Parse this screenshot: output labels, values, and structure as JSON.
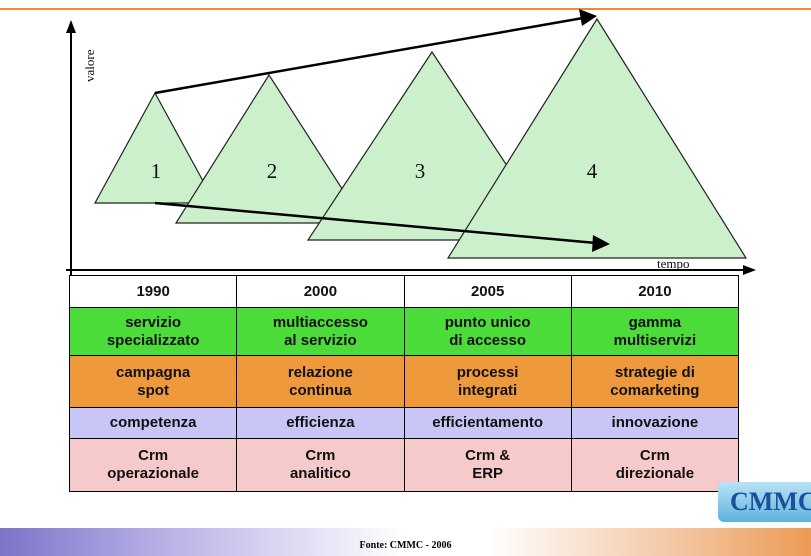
{
  "diagram": {
    "axis_y_label": "valore",
    "axis_x_label": "tempo",
    "triangles": [
      {
        "label": "1"
      },
      {
        "label": "2"
      },
      {
        "label": "3"
      },
      {
        "label": "4"
      }
    ],
    "colors": {
      "triangle_fill": "#cdf0cc",
      "top_line": "#f08a2c"
    }
  },
  "table": {
    "rows": [
      {
        "style": "year",
        "cells": [
          [
            "1990"
          ],
          [
            "2000"
          ],
          [
            "2005"
          ],
          [
            "2010"
          ]
        ]
      },
      {
        "style": "green",
        "cells": [
          [
            "servizio",
            "specializzato"
          ],
          [
            "multiaccesso",
            "al servizio"
          ],
          [
            "punto unico",
            "di accesso"
          ],
          [
            "gamma",
            "multiservizi"
          ]
        ]
      },
      {
        "style": "orange",
        "cells": [
          [
            "campagna",
            "spot"
          ],
          [
            "relazione",
            "continua"
          ],
          [
            "processi",
            "integrati"
          ],
          [
            "strategie di",
            "comarketing"
          ]
        ]
      },
      {
        "style": "lav",
        "cells": [
          [
            "competenza"
          ],
          [
            "efficienza"
          ],
          [
            "efficientamento"
          ],
          [
            "innovazione"
          ]
        ]
      },
      {
        "style": "pink",
        "cells": [
          [
            "Crm",
            "operazionale"
          ],
          [
            "Crm",
            "analitico"
          ],
          [
            "Crm &",
            "ERP"
          ],
          [
            "Crm",
            "direzionale"
          ]
        ]
      }
    ],
    "colors": {
      "year": "#ffffff",
      "green": "#4cdc39",
      "orange": "#ee9a3c",
      "lav": "#c8c6f6",
      "pink": "#f6caca"
    }
  },
  "footer": {
    "source": "Fonte: CMMC - 2006",
    "logo_text": "CMMC"
  }
}
